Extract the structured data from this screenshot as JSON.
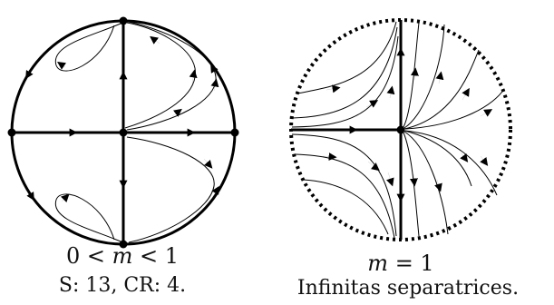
{
  "diagrams": [
    {
      "id": "left",
      "caption": {
        "expr_lhs": "0 < ",
        "expr_var": "m",
        "expr_rhs": " < 1",
        "summary": "S: 13, CR: 4."
      }
    },
    {
      "id": "right",
      "caption": {
        "expr_lhs": "",
        "expr_var": "m",
        "expr_rhs": " = 1",
        "summary": "Infinitas separatrices."
      }
    }
  ]
}
